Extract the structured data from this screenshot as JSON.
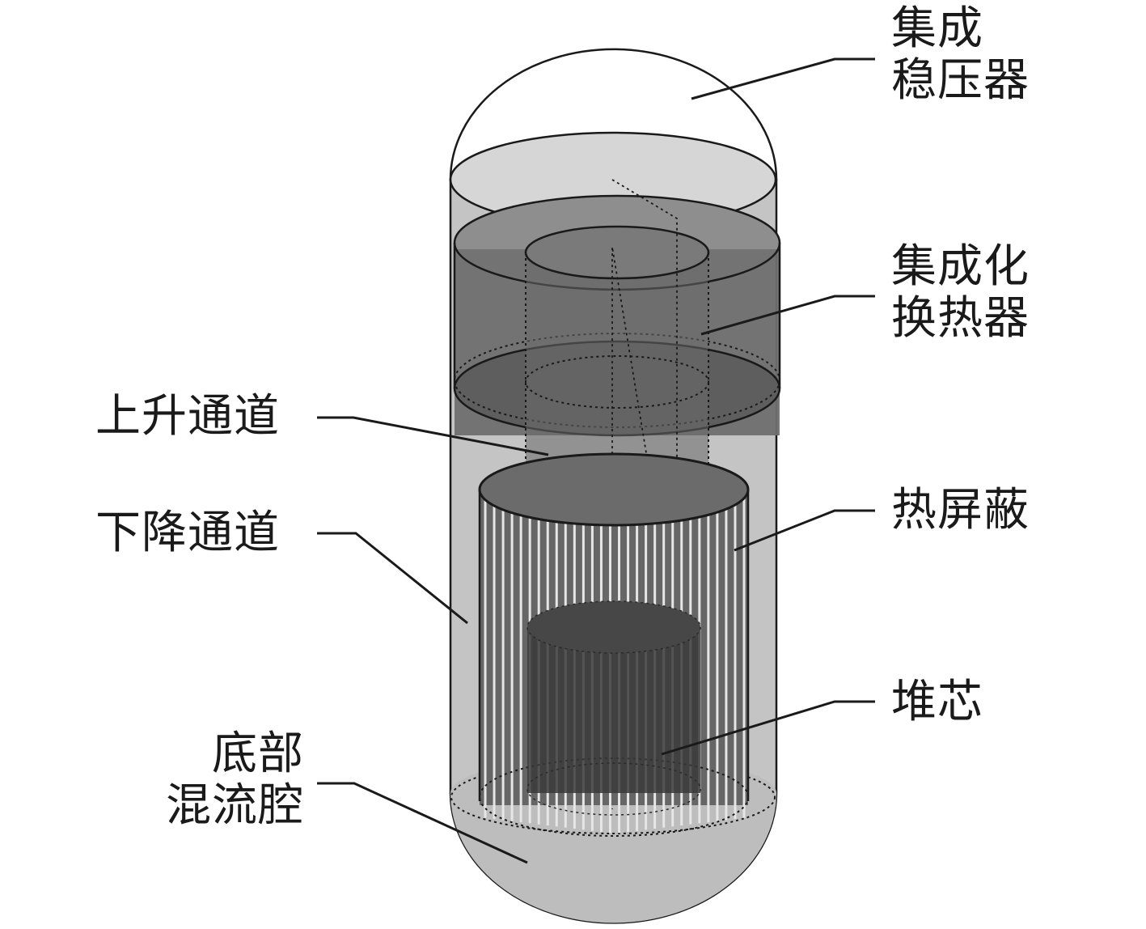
{
  "labels": {
    "pressurizer": [
      "集成",
      "稳压器"
    ],
    "heat_exchanger": [
      "集成化",
      "换热器"
    ],
    "riser": [
      "上升通道"
    ],
    "downcomer": [
      "下降通道"
    ],
    "thermal_shield": [
      "热屏蔽"
    ],
    "core": [
      "堆芯"
    ],
    "lower_plenum": [
      "底部",
      "混流腔"
    ]
  },
  "colors": {
    "vessel": "#c9c9c9",
    "vessel_top": "#d4d4d4",
    "heat_exchanger": "#7a7a7a",
    "riser": "#8c8c8c",
    "shield": "#6e6e6e",
    "core": "#3c3c3c",
    "stroke": "#1a1a1a"
  }
}
